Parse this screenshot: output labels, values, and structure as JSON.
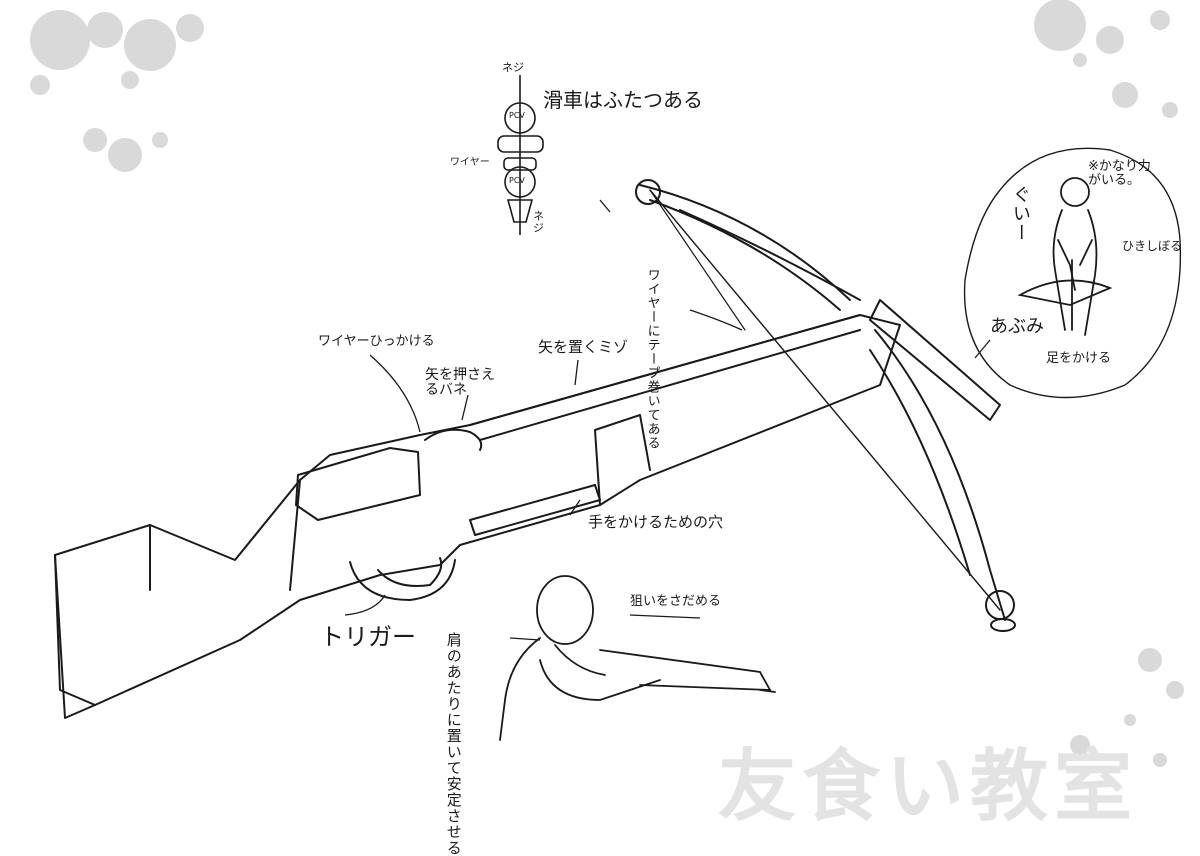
{
  "watermark": "友食い教室",
  "pulley_diagram": {
    "title": "滑車はふたつある",
    "pcv_top": "PCV",
    "pcv_bottom": "PCV",
    "screw_top": "ネジ",
    "screw_bottom": "ネジ",
    "wire": "ワイヤー"
  },
  "labels": {
    "wire_hook": "ワイヤーひっかける",
    "arrow_spring": "矢を押さえるバネ",
    "arrow_groove": "矢を置くミゾ",
    "wire_tape": "ワイヤーにテープ巻いてある",
    "hand_hole": "手をかけるための穴",
    "trigger": "トリガー",
    "aim": "狙いをさだめる",
    "shoulder": "肩のあたりに置いて安定させる"
  },
  "inset": {
    "strength": "※かなり力がいる。",
    "pull_up": "ひきしぼる",
    "grunt": "ぐいー",
    "stirrup": "あぶみ",
    "foot": "足をかける"
  },
  "colors": {
    "ink": "#1a1a1a",
    "splatter": "#d9d9d9",
    "watermark": "#e3e3e3"
  }
}
